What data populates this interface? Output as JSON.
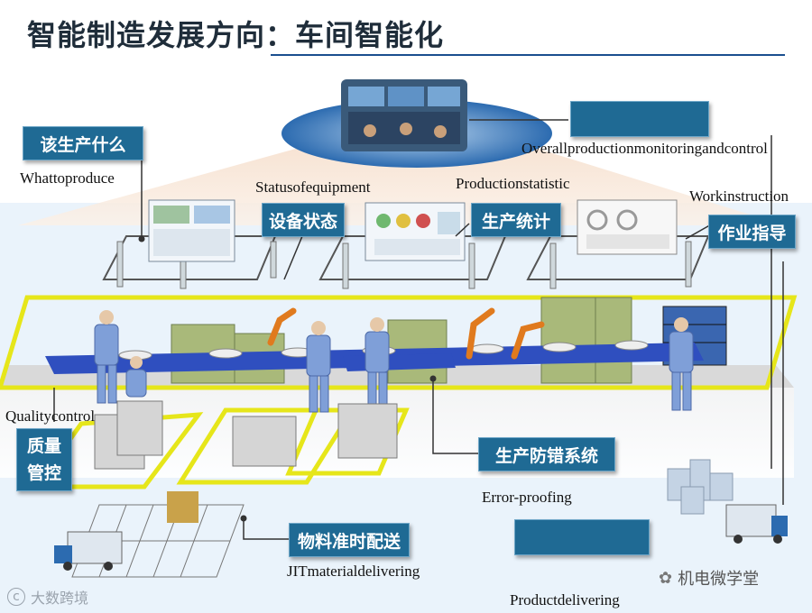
{
  "title": "智能制造发展方向：车间智能化",
  "labels": {
    "what_to_produce_cn": "该生产什么",
    "what_to_produce_en": "Whattoproduce",
    "equipment_status_cn": "设备状态",
    "equipment_status_en": "Statusofequipment",
    "production_statistic_cn": "生产统计",
    "production_statistic_en": "Productionstatistic",
    "work_instruction_cn": "作业指导",
    "work_instruction_en": "Workinstruction",
    "overall_monitoring_cn": "",
    "overall_monitoring_en": "Overallproductionmonitoringandcontrol",
    "quality_control_cn": "质量管控",
    "quality_control_en": "Qualitycontrol",
    "error_proofing_cn": "生产防错系统",
    "error_proofing_en": "Error-proofing",
    "jit_cn": "物料准时配送",
    "jit_en": "JITmaterialdelivering",
    "product_delivering_cn": "",
    "product_delivering_en": "Productdelivering"
  },
  "watermark_left": "大数跨境",
  "watermark_right": "机电微学堂",
  "colors": {
    "callout": "#1f6a94",
    "floor_outline": "#e6e61a",
    "conveyor": "#2f4fbf",
    "worker": "#7f9fd8",
    "cabinet": "#a9b97a",
    "robot": "#e07a1e"
  }
}
